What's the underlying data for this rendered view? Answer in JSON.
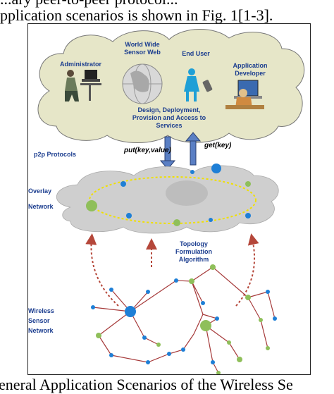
{
  "text": {
    "top_line_1": "...ary peer-to-peer protocol...",
    "top_line_2": "pplication scenarios is shown in Fig. 1[1-3].",
    "bottom_caption": "eneral Application Scenarios of the Wireless Se"
  },
  "diagram": {
    "cloud_labels": {
      "administrator": "Administrator",
      "world_wide_sensor_web": [
        "World Wide",
        "Sensor Web"
      ],
      "end_user": "End User",
      "application_developer": [
        "Application",
        "Developer"
      ],
      "services": [
        "Design, Deployment,",
        "Provision and Access to",
        "Services"
      ]
    },
    "p2p_protocols": "p2p Protocols",
    "put": "put(key,value)",
    "get": "get(key)",
    "overlay_network": [
      "Overlay",
      "Network"
    ],
    "topology": [
      "Topology",
      "Formulation",
      "Algorithm"
    ],
    "wireless_sensor_network": [
      "Wireless",
      "Sensor",
      "Network"
    ],
    "colors": {
      "cloud": "#e6e6c8",
      "overlay_cloud": "#cfcfcf",
      "node_blue": "#1e7fd6",
      "node_green": "#8fbf5a",
      "link": "#a63a3a",
      "ring": "#f0e000",
      "arrow_blue": "#5a7fc4",
      "arrow_dashed": "#b5473a",
      "label_blue": "#1b3d8f"
    }
  }
}
